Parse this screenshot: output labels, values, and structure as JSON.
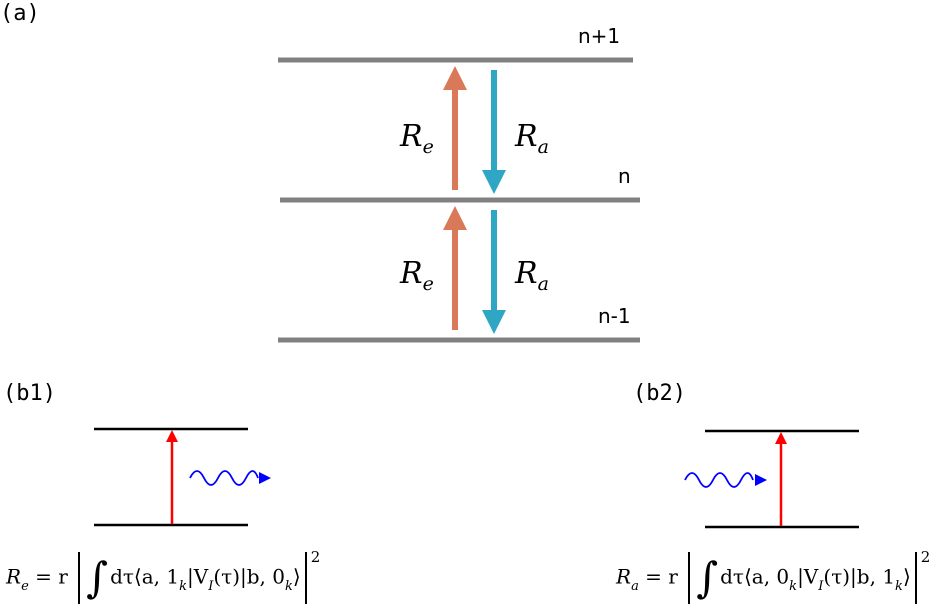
{
  "panels": {
    "a": "(a)",
    "b1": "(b1)",
    "b2": "(b2)"
  },
  "levels": {
    "top": "n+1",
    "middle": "n",
    "bottom": "n-1"
  },
  "rates": {
    "emission_symbol": "R",
    "emission_sub": "e",
    "absorption_symbol": "R",
    "absorption_sub": "a"
  },
  "formula_b1": {
    "lhs": "R",
    "lhs_sub": "e",
    "eq": " = r",
    "integral_body": "dτ⟨a, 1",
    "k1": "k",
    "mid": "|V",
    "vsub": "I",
    "tail": "(τ)|b, 0",
    "k2": "k",
    "close": "⟩",
    "power": "2"
  },
  "formula_b2": {
    "lhs": "R",
    "lhs_sub": "a",
    "eq": " = r",
    "integral_body": "dτ⟨a, 0",
    "k1": "k",
    "mid": "|V",
    "vsub": "I",
    "tail": "(τ)|b, 1",
    "k2": "k",
    "close": "⟩",
    "power": "2"
  },
  "colors": {
    "level_gray": "#808080",
    "emission_arrow": "#d9795a",
    "absorption_arrow": "#2ea6c4",
    "transition_red": "#ff0000",
    "photon_blue": "#0000ff",
    "level_black": "#000000"
  }
}
